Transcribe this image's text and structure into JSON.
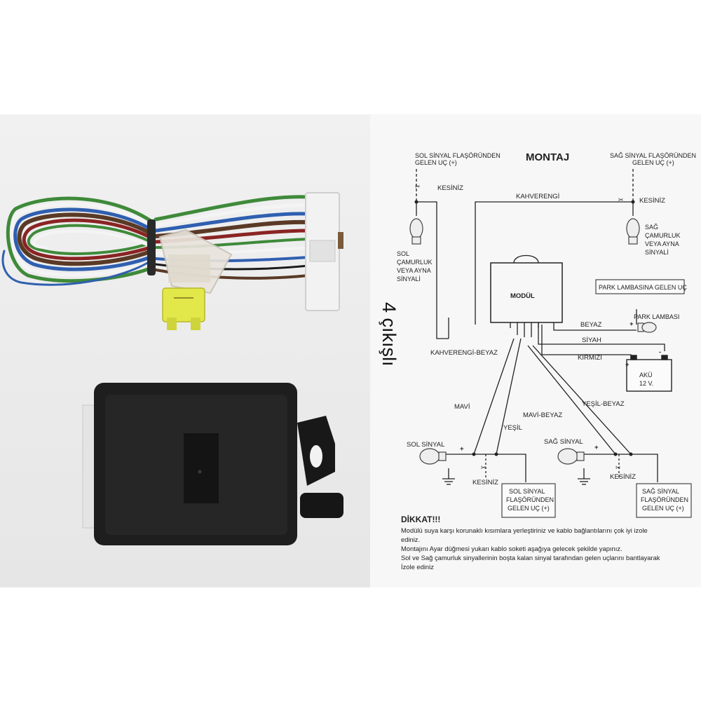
{
  "diagram": {
    "title": "MONTAJ",
    "side_title": "4 çıkışlı",
    "left_source": [
      "SOL SİNYAL FLAŞÖRÜNDEN",
      "GELEN UÇ (+)"
    ],
    "right_source": [
      "SAĞ SİNYAL FLAŞÖRÜNDEN",
      "GELEN UÇ (+)"
    ],
    "cut_label": "KESİNİZ",
    "wire_brown": "KAHVERENGİ",
    "left_mirror": [
      "SOL",
      "ÇAMURLUK",
      "VEYA AYNA",
      "SİNYALİ"
    ],
    "right_mirror": [
      "SAĞ",
      "ÇAMURLUK",
      "VEYA AYNA",
      "SİNYALİ"
    ],
    "module": "MODÜL",
    "park_source": "PARK LAMBASINA GELEN UÇ",
    "park_lamp": "PARK LAMBASI",
    "wire_white": "BEYAZ",
    "wire_black": "SİYAH",
    "wire_red": "KIRMIZI",
    "wire_brown_white": "KAHVERENGİ-BEYAZ",
    "battery": [
      "AKÜ",
      "12 V."
    ],
    "plus": "+",
    "minus": "-",
    "wire_blue": "MAVİ",
    "wire_blue_white": "MAVİ-BEYAZ",
    "wire_green": "YEŞİL",
    "wire_green_white": "YEŞİL-BEYAZ",
    "left_signal": "SOL SİNYAL",
    "right_signal": "SAĞ SİNYAL",
    "left_box": [
      "SOL SİNYAL",
      "FLAŞÖRÜNDEN",
      "GELEN UÇ (+)"
    ],
    "right_box": [
      "SAĞ SİNYAL",
      "FLAŞÖRÜNDEN",
      "GELEN UÇ (+)"
    ]
  },
  "warning": {
    "title": "DİKKAT!!!",
    "lines": [
      "Modülü suya karşı korunaklı kısımlara yerleştiriniz ve kablo bağlantılarını çok iyi izole",
      "ediniz.",
      "Montajını Ayar düğmesi yukarı kablo soketi aşağıya gelecek şekilde yapınız.",
      "Sol ve Sağ çamurluk sinyallerinin boşta kalan sinyal tarafından gelen uçlarını bantlayarak",
      "İzole ediniz"
    ]
  },
  "colors": {
    "wire_green": "#3f8a3a",
    "wire_white": "#f4f4f4",
    "wire_blue": "#2f5fb0",
    "wire_brown": "#5a3a26",
    "wire_red": "#8a2424",
    "wire_black": "#1a1a1a",
    "fuse": "#e3e84a",
    "module_box": "#1e1e1e"
  }
}
